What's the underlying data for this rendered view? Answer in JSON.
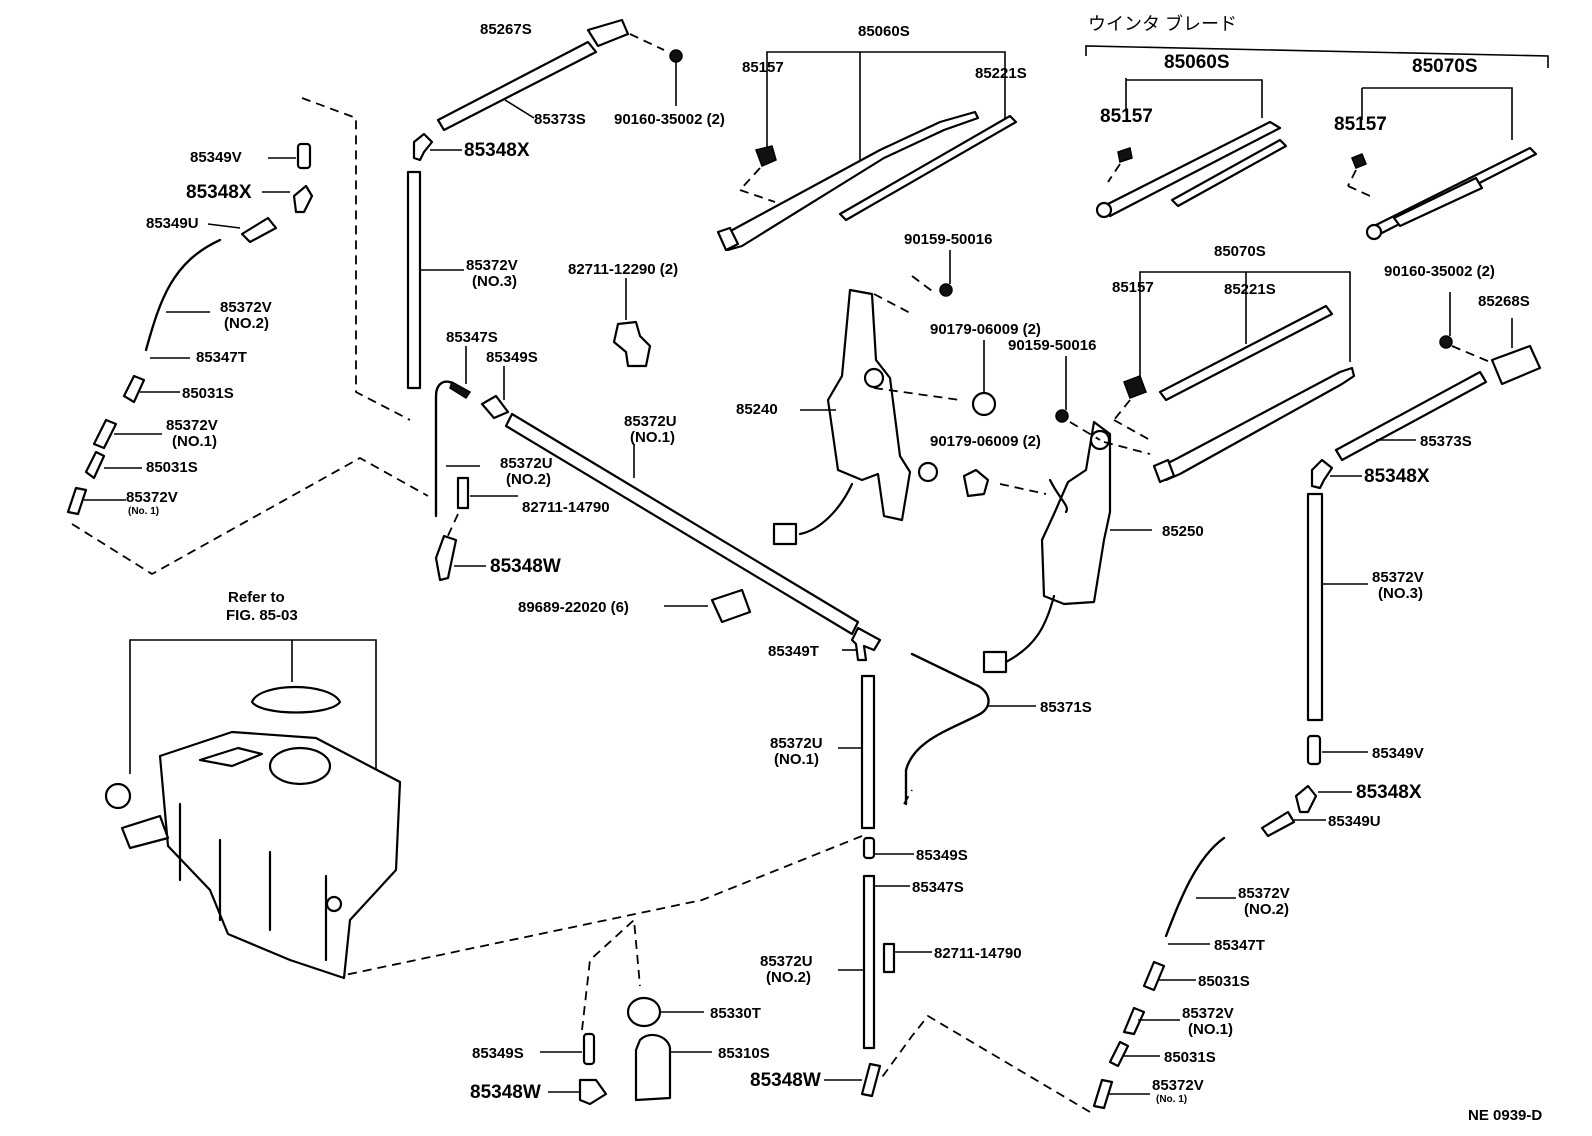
{
  "header": {
    "title": "ウインタ ブレード"
  },
  "figure_ref": {
    "line1": "Refer to",
    "line2": "FIG. 85-03"
  },
  "footer": {
    "code": "NE 0939-D"
  },
  "labels": {
    "l85267S": "85267S",
    "l85060S_a": "85060S",
    "l85157_a": "85157",
    "l85221S_a": "85221S",
    "l85373S_a": "85373S",
    "l90160_a": "90160-35002 (2)",
    "l85348X_a": "85348X",
    "l85349V_a": "85349V",
    "l85348X_b": "85348X",
    "l85349U_a": "85349U",
    "l85372V3_a": "85372V",
    "l85372V3_a2": "(NO.3)",
    "l85372V2_a": "85372V",
    "l85372V2_a2": "(NO.2)",
    "l85347T_a": "85347T",
    "l85031S_a": "85031S",
    "l85372V1_a": "85372V",
    "l85372V1_a2": "(NO.1)",
    "l85031S_b": "85031S",
    "l85372V1_b": "85372V",
    "l85372V1_b2": "(No. 1)",
    "l82711_12290": "82711-12290 (2)",
    "l85347S_a": "85347S",
    "l85349S_a": "85349S",
    "l85372U1_a": "85372U",
    "l85372U1_a2": "(NO.1)",
    "l85372U2_a": "85372U",
    "l85372U2_a2": "(NO.2)",
    "l82711_14790_a": "82711-14790",
    "l85348W_a": "85348W",
    "l89689": "89689-22020 (6)",
    "l85349T": "85349T",
    "l85371S": "85371S",
    "l85372U1_b": "85372U",
    "l85372U1_b2": "(NO.1)",
    "l85349S_b": "85349S",
    "l85347S_b": "85347S",
    "l85372U2_b": "85372U",
    "l85372U2_b2": "(NO.2)",
    "l82711_14790_b": "82711-14790",
    "l85330T": "85330T",
    "l85349S_c": "85349S",
    "l85310S": "85310S",
    "l85348W_b": "85348W",
    "l85348W_c": "85348W",
    "l90159_a": "90159-50016",
    "l90179_a": "90179-06009 (2)",
    "l90159_b": "90159-50016",
    "l85240": "85240",
    "l90179_b": "90179-06009 (2)",
    "l85250": "85250",
    "l85070S_a": "85070S",
    "l85157_b": "85157",
    "l85221S_b": "85221S",
    "l90160_b": "90160-35002 (2)",
    "l85268S": "85268S",
    "l85373S_b": "85373S",
    "l85348X_c": "85348X",
    "l85372V3_b": "85372V",
    "l85372V3_b2": "(NO.3)",
    "l85349V_b": "85349V",
    "l85348X_d": "85348X",
    "l85349U_b": "85349U",
    "l85372V2_b": "85372V",
    "l85372V2_b2": "(NO.2)",
    "l85347T_b": "85347T",
    "l85031S_c": "85031S",
    "l85372V1_c": "85372V",
    "l85372V1_c2": "(NO.1)",
    "l85031S_d": "85031S",
    "l85372V1_d": "85372V",
    "l85372V1_d2": "(No. 1)",
    "l85060S_b": "85060S",
    "l85157_c": "85157",
    "l85070S_b": "85070S",
    "l85157_d": "85157"
  }
}
